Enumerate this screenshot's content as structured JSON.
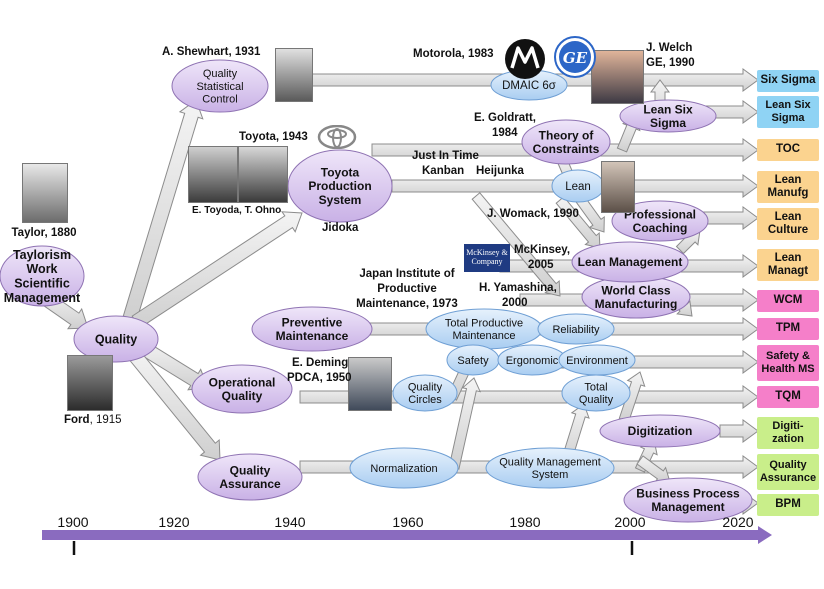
{
  "people": {
    "shewhart": "A. Shewhart, 1931",
    "motorola": "Motorola, 1983",
    "welch_1": "J. Welch",
    "welch_2": "GE, 1990",
    "goldratt_1": "E. Goldratt,",
    "goldratt_2": "1984",
    "toyota_1943": "Toyota, 1943",
    "toyoda_ohno": "E. Toyoda, T. Ohno",
    "jidoka": "Jidoka",
    "jit_1": "Just In Time",
    "jit_2": "Kanban",
    "heijunka": "Heijunka",
    "womack": "J. Womack, 1990",
    "taylor": "Taylor, 1880",
    "mckinsey_1": "McKinsey,",
    "mckinsey_2": "2005",
    "yamashina_1": "H. Yamashina,",
    "yamashina_2": "2000",
    "jipm_1": "Japan Institute of",
    "jipm_2": "Productive",
    "jipm_3": "Maintenance, 1973",
    "deming_1": "E. Deming",
    "deming_2": "PDCA, 1950",
    "ford_1": "Ford",
    "ford_2": ", 1915",
    "mckinsey_logo": "McKinsey & Company",
    "dmaic": "DMAIC 6σ"
  },
  "nodes": {
    "taylorism": "Taylorism Work Scientific Management",
    "quality": "Quality",
    "qsc": "Quality Statistical Control",
    "tps": "Toyota Production System",
    "op_quality": "Operational Quality",
    "qa": "Quality Assurance",
    "pm": "Preventive Maintenance",
    "tpm": "Total Productive Maintenance",
    "reliability": "Reliability",
    "safety": "Safety",
    "ergonomic": "Ergonomic",
    "environment": "Environment",
    "qcircles": "Quality Circles",
    "tq": "Total Quality",
    "normalization": "Normalization",
    "qms": "Quality Management System",
    "digitization": "Digitization",
    "bpm": "Business Process Management",
    "wcm": "World Class Manufacturing",
    "lean_mgmt": "Lean Management",
    "prof_coaching": "Professional Coaching",
    "lean": "Lean",
    "toc": "Theory of Constraints",
    "lss": "Lean Six Sigma",
    "dmaic": ""
  },
  "outcomes": [
    {
      "label": "Six Sigma",
      "color": "#8fd3f4"
    },
    {
      "label": "Lean Six Sigma",
      "color": "#8fd3f4"
    },
    {
      "label": "TOC",
      "color": "#fbd38f"
    },
    {
      "label": "Lean Manufg",
      "color": "#fbd38f"
    },
    {
      "label": "Lean Culture",
      "color": "#fbd38f"
    },
    {
      "label": "Lean Managt",
      "color": "#fbd38f"
    },
    {
      "label": "WCM",
      "color": "#f57fc9"
    },
    {
      "label": "TPM",
      "color": "#f57fc9"
    },
    {
      "label": "Safety & Health MS",
      "color": "#f57fc9"
    },
    {
      "label": "TQM",
      "color": "#f57fc9"
    },
    {
      "label": "Digiti-zation",
      "color": "#c9ee8a"
    },
    {
      "label": "Quality Assurance",
      "color": "#c9ee8a"
    },
    {
      "label": "BPM",
      "color": "#c9ee8a"
    }
  ],
  "timeline": {
    "years": [
      "1900",
      "1920",
      "1940",
      "1960",
      "1980",
      "2000",
      "2020"
    ],
    "color": "#8a6bbf"
  },
  "colors": {
    "purple_node": "#d9c6ee",
    "blue_node": "#c3dcf7",
    "arrow_fill": "#e2e2e2",
    "arrow_stroke": "#8c8c8c"
  }
}
